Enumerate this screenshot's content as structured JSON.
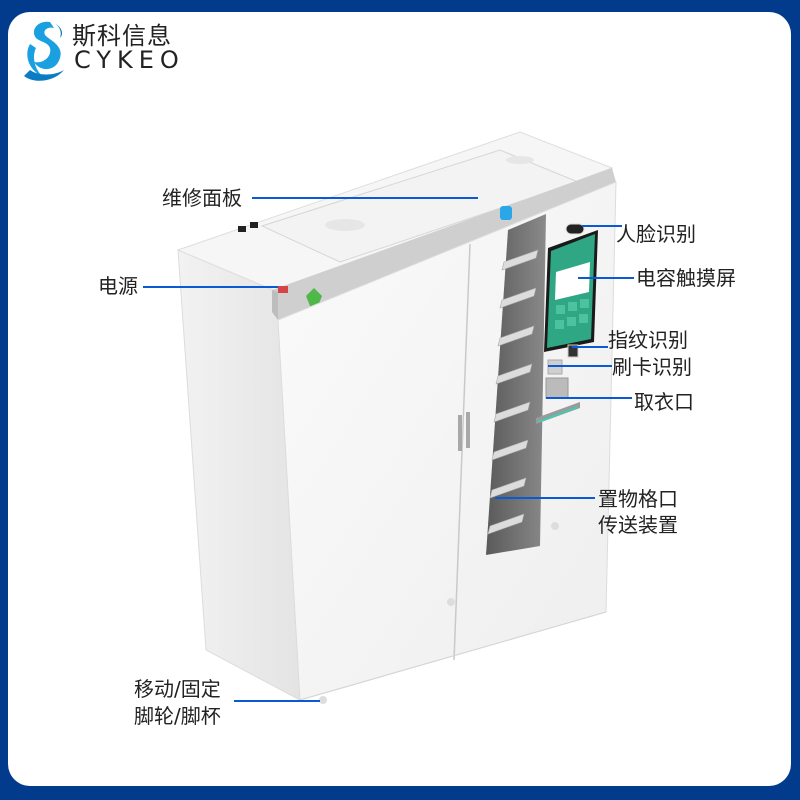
{
  "brand": {
    "name_cn": "斯科信息",
    "name_en": "CYKEO",
    "frame_color": "#023a8c",
    "accent_color": "#1aa0e0"
  },
  "diagram": {
    "subject": "smart garment cabinet",
    "line_color": "#0a5bd3",
    "callouts": [
      {
        "id": "maintenance-panel",
        "text": "维修面板"
      },
      {
        "id": "power",
        "text": "电源"
      },
      {
        "id": "face-recognition",
        "text": "人脸识别"
      },
      {
        "id": "touch-screen",
        "text": "电容触摸屏"
      },
      {
        "id": "fingerprint",
        "text": "指纹识别"
      },
      {
        "id": "card-reader",
        "text": "刷卡识别"
      },
      {
        "id": "pickup-slot",
        "text": "取衣口"
      },
      {
        "id": "conveyor-line1",
        "text": "置物格口"
      },
      {
        "id": "conveyor-line2",
        "text": "传送装置"
      },
      {
        "id": "casters-line1",
        "text": "移动/固定"
      },
      {
        "id": "casters-line2",
        "text": "脚轮/脚杯"
      }
    ]
  }
}
